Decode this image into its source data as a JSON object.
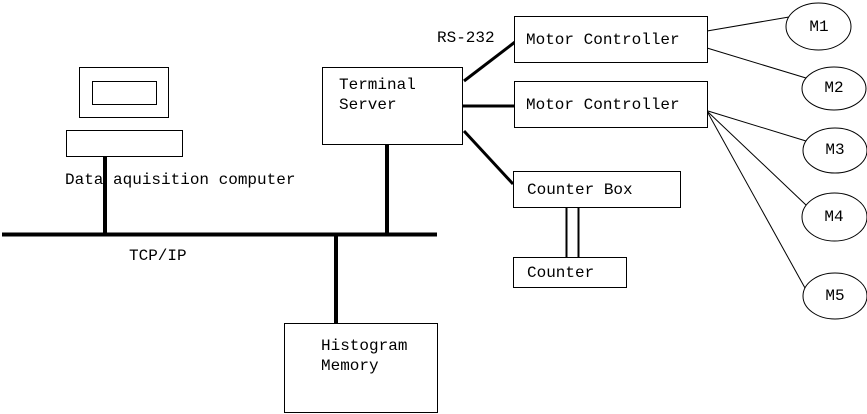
{
  "diagram": {
    "background_color": "#ffffff",
    "line_color": "#000000",
    "nodes": {
      "computer": {
        "label": "Data aquisition computer"
      },
      "terminal_server": {
        "label": "Terminal\nServer"
      },
      "motor_controller_1": {
        "label": "Motor Controller"
      },
      "motor_controller_2": {
        "label": "Motor Controller"
      },
      "counter_box": {
        "label": "Counter Box"
      },
      "counter": {
        "label": "Counter"
      },
      "histogram_memory": {
        "label": "Histogram\nMemory"
      },
      "motors": [
        {
          "label": "M1"
        },
        {
          "label": "M2"
        },
        {
          "label": "M3"
        },
        {
          "label": "M4"
        },
        {
          "label": "M5"
        }
      ]
    },
    "labels": {
      "serial_link": "RS-232",
      "network_bus": "TCP/IP"
    }
  }
}
